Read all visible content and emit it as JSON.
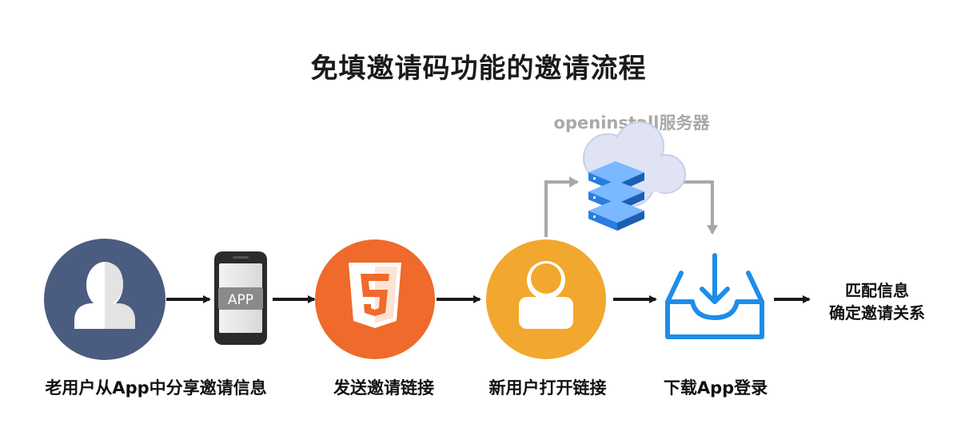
{
  "title": "免填邀请码功能的邀请流程",
  "server_label": "openinstall服务器",
  "phone_badge": "APP",
  "steps": [
    {
      "label": "老用户从App中分享邀请信息",
      "icon": "user-avatar-icon"
    },
    {
      "label": "发送邀请链接",
      "icon": "html5-icon"
    },
    {
      "label": "新用户打开链接",
      "icon": "new-user-icon"
    },
    {
      "label": "下载App登录",
      "icon": "inbox-download-icon"
    }
  ],
  "result": {
    "line1": "匹配信息",
    "line2": "确定邀请关系"
  },
  "colors": {
    "old_user": "#4a5c7f",
    "html5": "#ef6a2b",
    "new_user": "#f2a72e",
    "inbox": "#1e8de8",
    "cloud": "#dfe3f4",
    "server": "#3a8ef0",
    "arrow": "#1a1a1a",
    "gray_arrow": "#a8a8a8"
  }
}
